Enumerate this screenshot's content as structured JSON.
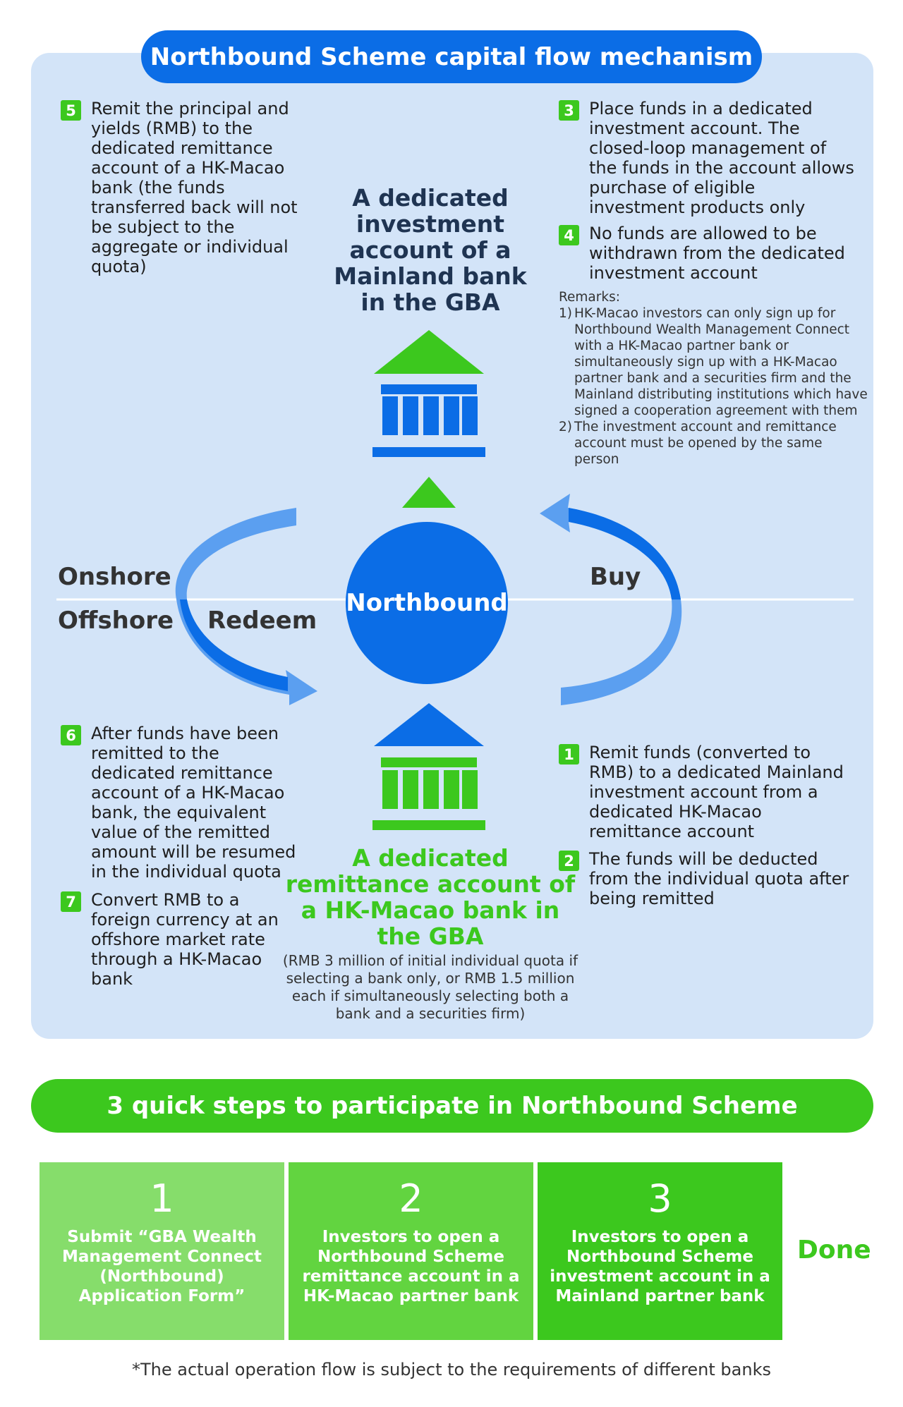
{
  "header": {
    "title": "Northbound Scheme capital flow mechanism"
  },
  "steps": {
    "s1": {
      "num": "1",
      "text": "Remit funds (converted to RMB) to a dedicated Mainland investment account from a dedicated HK-Macao remittance account"
    },
    "s2": {
      "num": "2",
      "text": "The funds will be deducted from the individual quota after being remitted"
    },
    "s3": {
      "num": "3",
      "text": "Place funds in a dedicated investment account. The closed-loop management of the funds in the account allows purchase of eligible investment products only"
    },
    "s4": {
      "num": "4",
      "text": "No funds are allowed to be withdrawn from the dedicated investment account"
    },
    "s5": {
      "num": "5",
      "text": "Remit the principal and yields (RMB) to the dedicated remittance account of a HK-Macao bank (the funds transferred back will not be subject to the aggregate or individual quota)"
    },
    "s6": {
      "num": "6",
      "text": "After funds have been remitted to the dedicated remittance account of a HK-Macao bank, the equivalent value of the remitted amount will be resumed in the individual quota"
    },
    "s7": {
      "num": "7",
      "text": "Convert RMB to a foreign currency at an offshore market rate through a HK-Macao bank"
    }
  },
  "remarks": {
    "title": "Remarks:",
    "items": [
      {
        "num": "1)",
        "text": "HK-Macao investors can only sign up for Northbound Wealth Management Connect with a HK-Macao partner bank or simultaneously sign up with a HK-Macao partner bank and a securities firm and the Mainland distributing institutions which have signed a cooperation agreement with them"
      },
      {
        "num": "2)",
        "text": "The investment account and remittance account must be opened by the same person"
      }
    ]
  },
  "accounts": {
    "investment": "A dedicated investment account of a Mainland bank in the GBA",
    "remittance": "A dedicated remittance account of a HK-Macao bank in the GBA",
    "quota_note": "(RMB 3 million of initial individual quota if selecting a bank only, or RMB 1.5 million each if simultaneously selecting both a bank and a securities firm)"
  },
  "flow": {
    "center": "Northbound",
    "onshore": "Onshore",
    "offshore": "Offshore",
    "buy": "Buy",
    "redeem": "Redeem"
  },
  "quick_steps": {
    "title": "3 quick steps to participate in Northbound Scheme",
    "items": [
      {
        "num": "1",
        "text": "Submit “GBA Wealth Management Connect (Northbound) Application Form”"
      },
      {
        "num": "2",
        "text": "Investors to open a Northbound Scheme remittance account in a HK-Macao partner bank"
      },
      {
        "num": "3",
        "text": "Investors to open a Northbound Scheme investment account in a Mainland partner bank"
      }
    ],
    "done": "Done"
  },
  "footnote": "*The actual operation flow is subject to the requirements of different banks",
  "colors": {
    "blue": "#0b6de6",
    "light_blue": "#5b9ff0",
    "green": "#3cc81e",
    "panel": "#d3e4f8",
    "box1": "#86dd6b",
    "box2": "#62d440",
    "box3": "#3cc81e"
  }
}
